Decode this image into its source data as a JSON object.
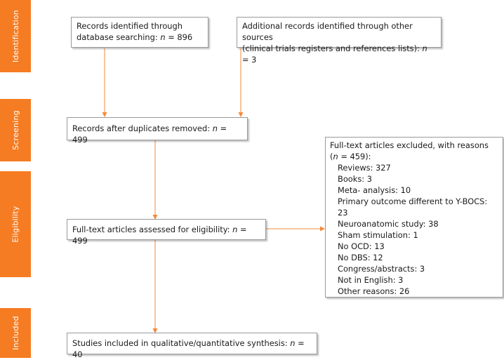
{
  "stages": {
    "identification": "Identification",
    "screening": "Screening",
    "eligibility": "Eligibility",
    "included": "Included"
  },
  "boxes": {
    "db_search": {
      "line1": "Records identified through",
      "line2_prefix": "database searching:",
      "n_symbol": "n",
      "n_value": "= 896"
    },
    "other_sources": {
      "line1": "Additional records identified through other sources",
      "line2_prefix": "(clinical trials registers and references lists):",
      "n_symbol": "n",
      "n_value": "= 3"
    },
    "duplicates_removed": {
      "prefix": "Records after duplicates removed:",
      "n_symbol": "n",
      "n_value": "= 499"
    },
    "fulltext_assessed": {
      "prefix": "Full-text articles assessed for eligibility:",
      "n_symbol": "n",
      "n_value": "= 499"
    },
    "included": {
      "prefix": "Studies included in qualitative/quantitative synthesis:",
      "n_symbol": "n",
      "n_value": "= 40"
    },
    "excluded": {
      "line1": "Full-text articles excluded, with reasons",
      "paren_open": "(",
      "n_symbol": "n",
      "n_value": "= 459):",
      "reasons": [
        "Reviews: 327",
        "Books: 3",
        "Meta- analysis: 10",
        "Primary outcome different to Y-BOCS: 23",
        "Neuroanatomic study: 38",
        "Sham stimulation: 1",
        "No OCD: 13",
        "No DBS: 12",
        "Congress/abstracts: 3",
        "Not in English: 3",
        "Other reasons: 26"
      ]
    }
  },
  "colors": {
    "stage_bar": "#f57c22",
    "arrow": "#f5893a",
    "box_border": "#9a9a9a"
  }
}
